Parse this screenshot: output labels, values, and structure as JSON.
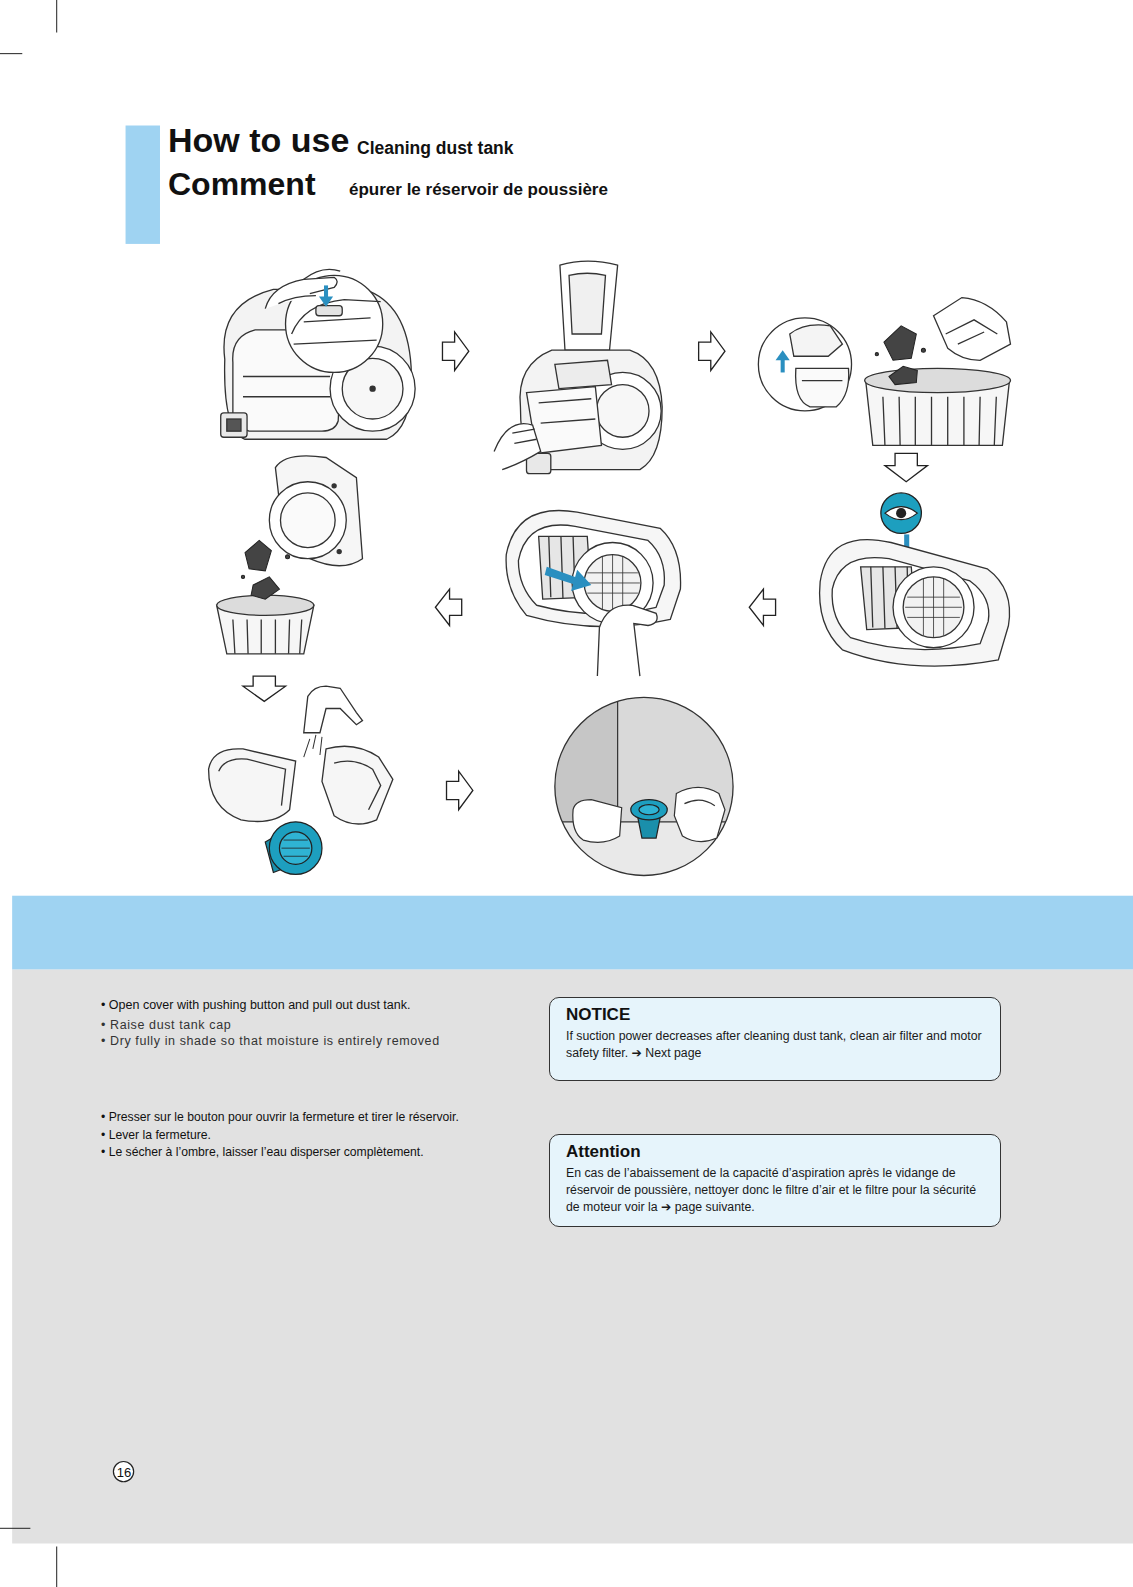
{
  "diagram": {
    "title": "How to use",
    "nodes": [
      {
        "text": [
          "NOTICE",
          "If suction power decreases after cleaning dust tank, clean air filter and motor safety filter. ➔ Next page"
        ]
      },
      {
        "text": [
          "Attention",
          "En cas de l’abaissement de la capacité d’aspiration après le vidange de réservoir de poussière, nettoyer donc le filtre d’air et le filtre pour la sécurité de moteur voir la ➔ page suivante."
        ]
      }
    ],
    "labels": [
      "Cleaning dust tank",
      "Comment",
      "épurer le réservoir de poussière",
      "• Open cover with pushing button and pull out dust tank.",
      "• Raise dust tank cap",
      "• Dry fully in shade so that moisture is entirely removed",
      "• Presser sur le bouton pour ouvrir la fermeture et tirer le réservoir.",
      "• Lever la fermeture.",
      "• Le sécher à l’ombre, laisser l’eau disperser complètement.",
      "16"
    ]
  }
}
